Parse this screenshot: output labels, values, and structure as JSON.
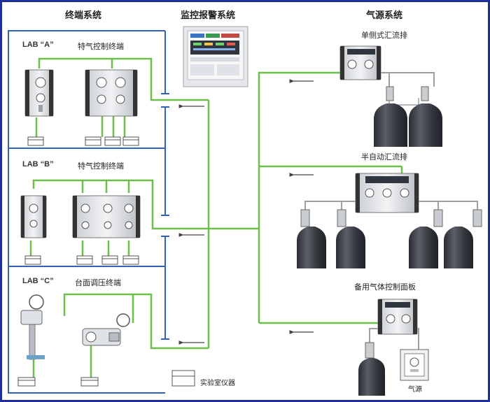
{
  "headers": {
    "terminal": "终端系统",
    "monitor": "监控报警系统",
    "gas_source": "气源系统"
  },
  "labs": [
    {
      "name": "LAB “A”",
      "terminal": "特气控制终端"
    },
    {
      "name": "LAB “B”",
      "terminal": "特气控制终端"
    },
    {
      "name": "LAB “C”",
      "terminal": "台面调压终端"
    }
  ],
  "sources": {
    "single": "单侧式汇流排",
    "semi": "半自动汇流排",
    "backup": "备用气体控制面板"
  },
  "legend": {
    "instrument": "实验室仪器",
    "gas": "气源"
  },
  "colors": {
    "pipe_green": "#6cc04a",
    "signal_blue": "#2d63b8",
    "frame_blue": "#1f2f9a",
    "cylinder": "#3a3d44"
  }
}
